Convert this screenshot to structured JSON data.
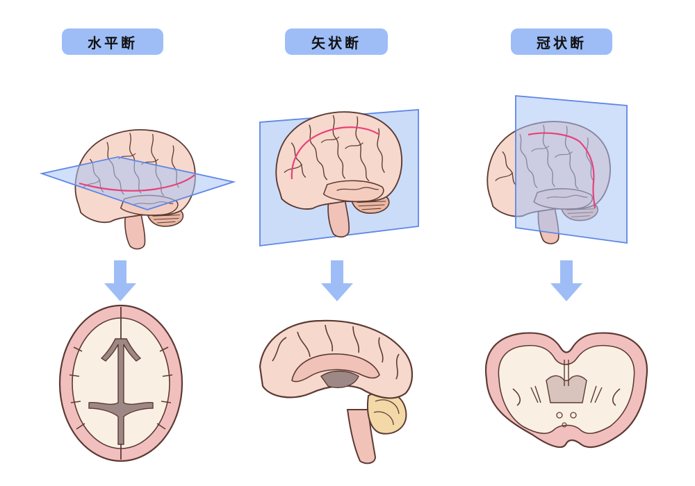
{
  "panels": [
    {
      "id": "horizontal",
      "label": "水平断"
    },
    {
      "id": "sagittal",
      "label": "矢状断"
    },
    {
      "id": "coronal",
      "label": "冠状断"
    }
  ],
  "colors": {
    "brain_fill": "#f7d8cc",
    "brain_stroke": "#5b3a33",
    "cut_line": "#e8407a",
    "plane_fill": "#a9c4f5",
    "plane_stroke": "#5d86e6",
    "arrow": "#9ebdf7",
    "label_bg": "#9ebdf7",
    "white_matter": "#faefe3",
    "ventricle": "#9d8885",
    "cerebellum": "#f3d9a8"
  }
}
